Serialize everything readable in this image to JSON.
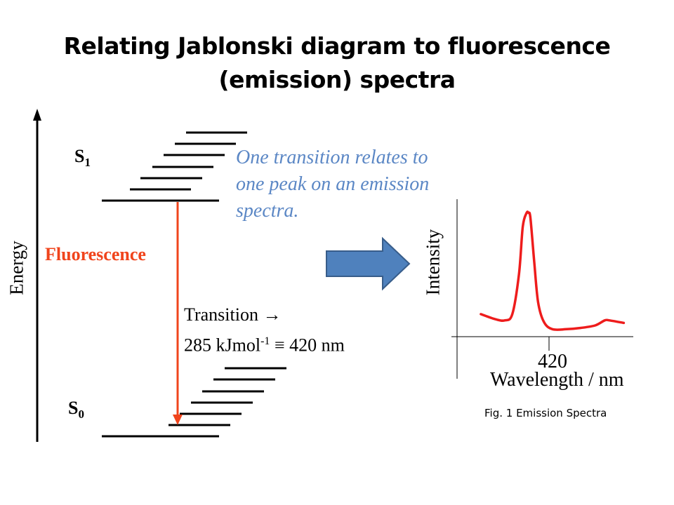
{
  "title": {
    "line1": "Relating Jablonski diagram to fluorescence",
    "line2": "(emission) spectra"
  },
  "jablonski": {
    "axis_label": "Energy",
    "s1_label": "S",
    "s1_sub": "1",
    "s0_label": "S",
    "s0_sub": "0",
    "fluorescence_label": "Fluorescence",
    "colors": {
      "arrow": "#f0441c",
      "levels": "#000000"
    }
  },
  "note": "One transition relates to one peak on an emission spectra.",
  "transition": {
    "line1": "Transition →",
    "line2_pre": "285 kJmol",
    "line2_sup": "-1",
    "line2_post": " ≡ 420 nm"
  },
  "spectrum": {
    "y_label": "Intensity",
    "x_tick": "420",
    "x_label": "Wavelength  / nm",
    "caption": "Fig. 1 Emission Spectra",
    "line_color": "#ee1c1c"
  },
  "chart_data": {
    "type": "line",
    "series": [
      {
        "x": [
          370,
          385,
          395,
          403,
          410,
          414,
          418,
          420,
          422,
          426,
          430,
          436,
          445,
          460,
          475,
          490,
          500,
          505,
          520
        ],
        "y": [
          0.18,
          0.14,
          0.13,
          0.18,
          0.5,
          0.88,
          0.99,
          0.99,
          0.95,
          0.6,
          0.28,
          0.12,
          0.06,
          0.06,
          0.07,
          0.09,
          0.13,
          0.13,
          0.11
        ]
      }
    ],
    "xlabel": "Wavelength  / nm",
    "ylabel": "Intensity",
    "x_ticks": [
      420
    ],
    "xlim": [
      345,
      530
    ],
    "ylim": [
      0,
      1.1
    ],
    "grid": false,
    "caption": "Fig. 1 Emission Spectra"
  },
  "arrow_color": "#4f81bd"
}
